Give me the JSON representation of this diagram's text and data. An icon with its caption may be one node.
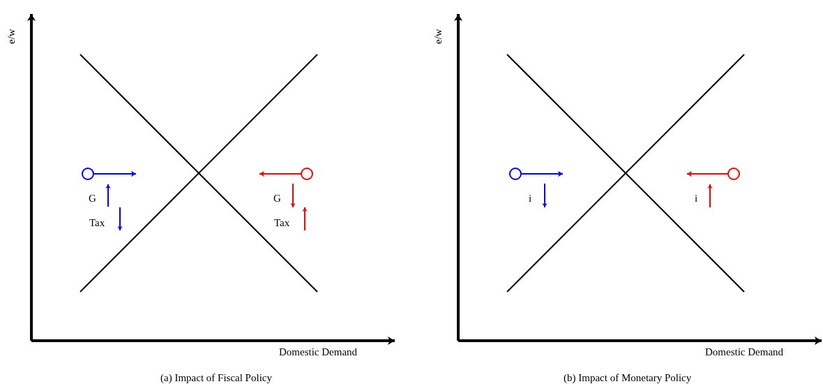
{
  "diagram": {
    "nodes": [
      {
        "text": [],
        "shape": "circle"
      },
      {
        "text": [],
        "shape": "circle"
      },
      {
        "text": [],
        "shape": "circle"
      },
      {
        "text": [],
        "shape": "circle"
      }
    ],
    "edges": [
      {
        "from": 0,
        "to": null,
        "arrow": "to",
        "color": "#0000ff"
      },
      {
        "from": 1,
        "to": null,
        "arrow": "to",
        "color": "#ff0000"
      },
      {
        "from": 2,
        "to": null,
        "arrow": "to",
        "color": "#0000ff"
      },
      {
        "from": 3,
        "to": null,
        "arrow": "to",
        "color": "#ff0000"
      }
    ],
    "labels": [
      "e/w",
      "G",
      "Tax",
      "G",
      "Tax",
      "Domestic Demand",
      "(a) Impact of Fiscal Policy",
      "e/w",
      "i",
      "i",
      "Domestic Demand",
      "(b) Impact of Monetary Policy"
    ]
  }
}
